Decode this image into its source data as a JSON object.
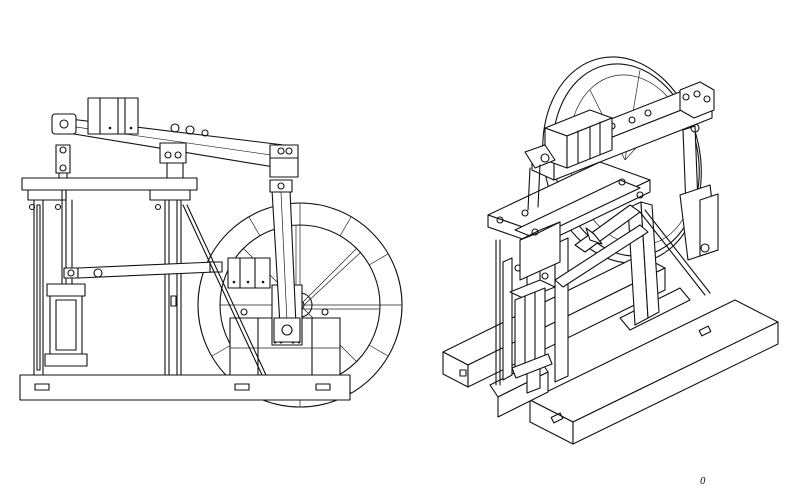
{
  "figure": {
    "views": [
      "side-elevation",
      "isometric"
    ],
    "page_mark": "0"
  }
}
